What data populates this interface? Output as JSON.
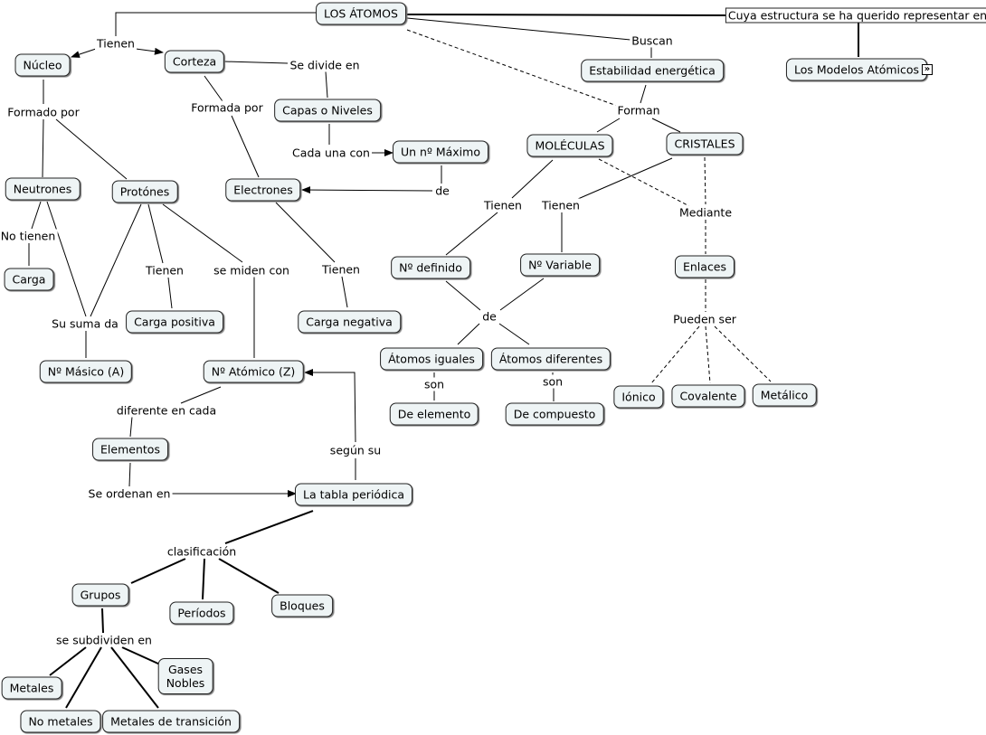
{
  "nodes": {
    "atomos": "LOS ÁTOMOS",
    "estructura": "Cuya estructura se ha querido representar en",
    "modelos": "Los Modelos Atómicos",
    "nucleo": "Núcleo",
    "corteza": "Corteza",
    "capas": "Capas o Niveles",
    "maximo": "Un nº Máximo",
    "estabilidad": "Estabilidad energética",
    "moleculas": "MOLÉCULAS",
    "cristales": "CRISTALES",
    "neutrones": "Neutrones",
    "protones": "Protónes",
    "electrones": "Electrones",
    "carga": "Carga",
    "carga_positiva": "Carga positiva",
    "carga_negativa": "Carga negativa",
    "masico": "Nº Másico (A)",
    "atomico": "Nº Atómico (Z)",
    "elementos": "Elementos",
    "tabla": "La tabla periódica",
    "definido": "Nº definido",
    "variable": "Nº Variable",
    "enlaces": "Enlaces",
    "iguales": "Átomos iguales",
    "diferentes": "Átomos diferentes",
    "de_elemento": "De elemento",
    "de_compuesto": "De compuesto",
    "ionico": "Iónico",
    "covalente": "Covalente",
    "metalico": "Metálico",
    "grupos": "Grupos",
    "periodos": "Períodos",
    "bloques": "Bloques",
    "metales": "Metales",
    "no_metales": "No metales",
    "transicion": "Metales de transición",
    "gases": "Gases\nNobles"
  },
  "links": {
    "tienen1": "Tienen",
    "buscan": "Buscan",
    "se_divide": "Se divide en",
    "formado_por": "Formado por",
    "formada_por": "Formada por",
    "cada_una": "Cada una con",
    "forman": "Forman",
    "de1": "de",
    "no_tienen": "No tienen",
    "tienen2": "Tienen",
    "se_miden": "se miden con",
    "tienen3": "Tienen",
    "tienen4": "Tienen",
    "tienen5": "Tienen",
    "mediante": "Mediante",
    "su_suma": "Su suma da",
    "de2": "de",
    "pueden_ser": "Pueden ser",
    "son1": "son",
    "son2": "son",
    "diferente": "diferente en cada",
    "segun": "según su",
    "ordenan": "Se ordenan en",
    "clasificacion": "clasificación",
    "subdividen": "se subdividen en"
  },
  "nested_icon": "»"
}
